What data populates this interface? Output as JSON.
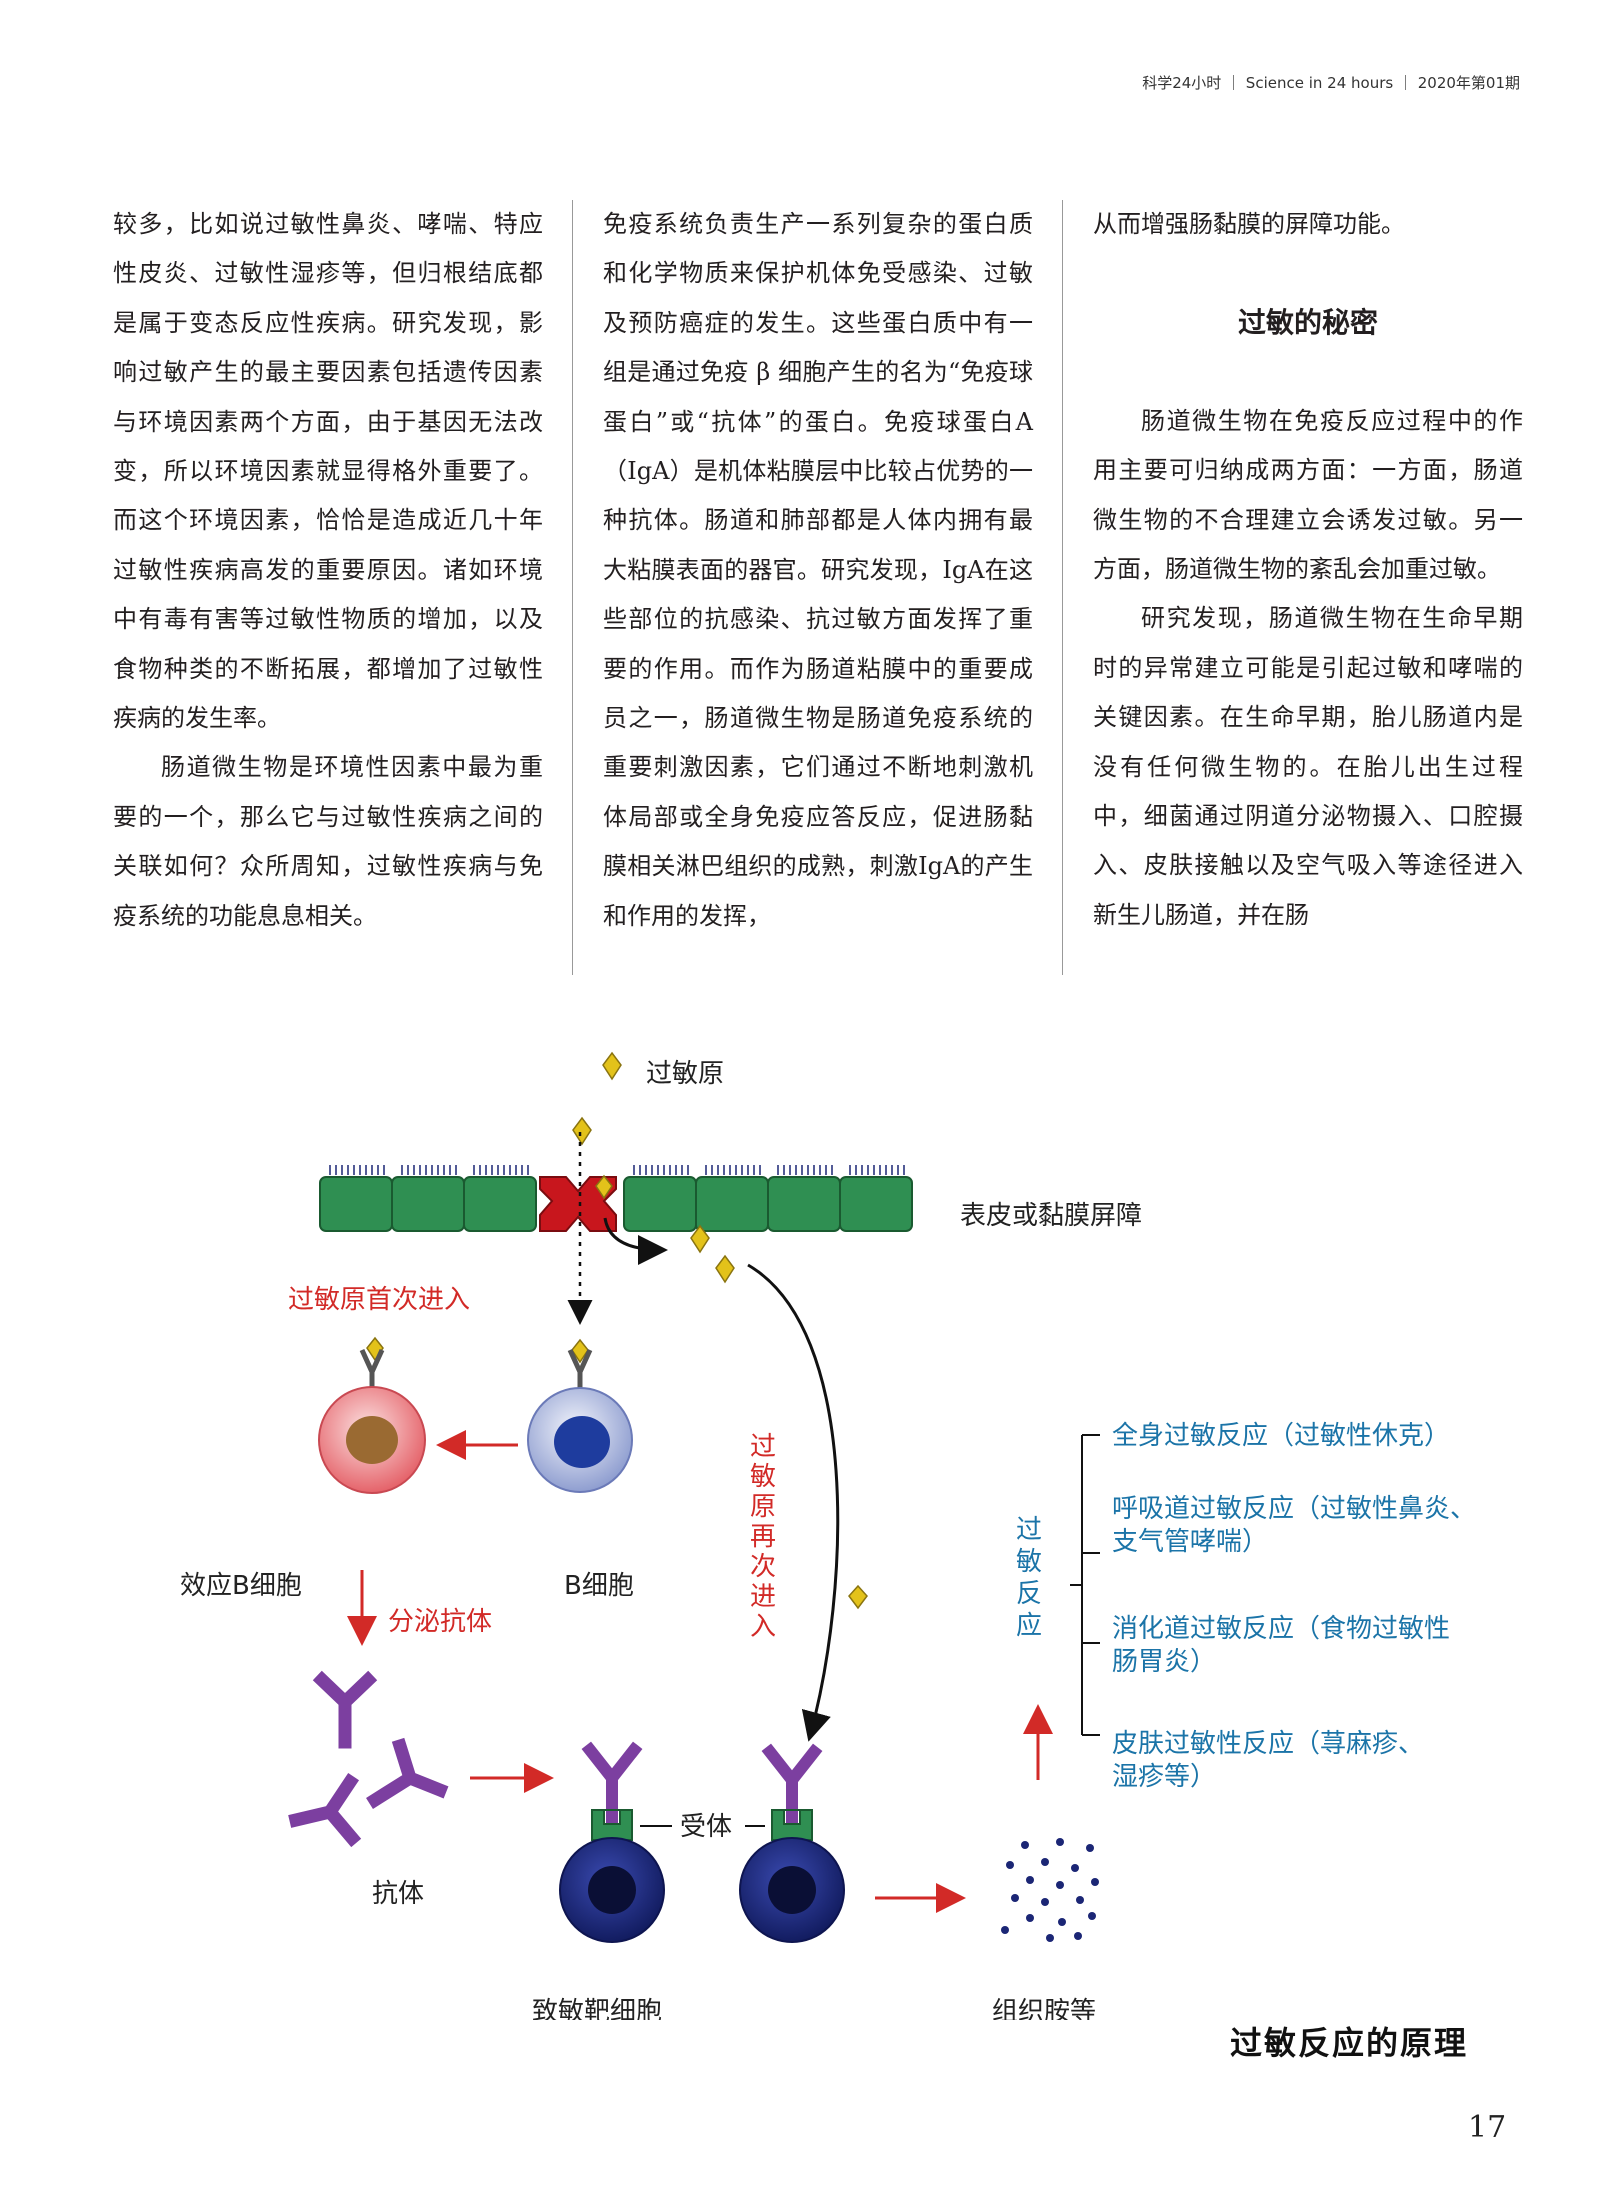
{
  "header": {
    "running": "科学24小时 ｜ Science in 24 hours ｜ 2020年第01期"
  },
  "columns": {
    "col1": [
      "较多，比如说过敏性鼻炎、哮喘、特应性皮炎、过敏性湿疹等，但归根结底都是属于变态反应性疾病。研究发现，影响过敏产生的最主要因素包括遗传因素与环境因素两个方面，由于基因无法改变，所以环境因素就显得格外重要了。而这个环境因素，恰恰是造成近几十年过敏性疾病高发的重要原因。诸如环境中有毒有害等过敏性物质的增加，以及食物种类的不断拓展，都增加了过敏性疾病的发生率。",
      "肠道微生物是环境性因素中最为重要的一个，那么它与过敏性疾病之间的关联如何？众所周知，过敏性疾病与免疫系统的功能息息相关。"
    ],
    "col2": [
      "免疫系统负责生产一系列复杂的蛋白质和化学物质来保护机体免受感染、过敏及预防癌症的发生。这些蛋白质中有一组是通过免疫 β 细胞产生的名为“免疫球蛋白”或“抗体”的蛋白。免疫球蛋白A（IgA）是机体粘膜层中比较占优势的一种抗体。肠道和肺部都是人体内拥有最大粘膜表面的器官。研究发现，IgA在这些部位的抗感染、抗过敏方面发挥了重要的作用。而作为肠道粘膜中的重要成员之一，肠道微生物是肠道免疫系统的重要刺激因素，它们通过不断地刺激机体局部或全身免疫应答反应，促进肠黏膜相关淋巴组织的成熟，刺激IgA的产生和作用的发挥，"
    ],
    "col3_top": "从而增强肠黏膜的屏障功能。",
    "col3_title": "过敏的秘密",
    "col3": [
      "肠道微生物在免疫反应过程中的作用主要可归纳成两方面：一方面，肠道微生物的不合理建立会诱发过敏。另一方面，肠道微生物的紊乱会加重过敏。",
      "研究发现，肠道微生物在生命早期时的异常建立可能是引起过敏和哮喘的关键因素。在生命早期，胎儿肠道内是没有任何微生物的。在胎儿出生过程中，细菌通过阴道分泌物摄入、口腔摄入、皮肤接触以及空气吸入等途径进入新生儿肠道，并在肠"
    ]
  },
  "diagram": {
    "allergen": "过敏原",
    "barrier": "表皮或黏膜屏障",
    "first_entry": "过敏原首次进入",
    "b_cell": "B细胞",
    "effector_b": "效应B细胞",
    "secrete": "分泌抗体",
    "reentry": [
      "过",
      "敏",
      "原",
      "再",
      "次",
      "进",
      "入"
    ],
    "antibody": "抗体",
    "receptor": "受体",
    "target_cell": "致敏靶细胞",
    "histamine": "组织胺等",
    "reaction": [
      "过",
      "敏",
      "反",
      "应"
    ],
    "outcomes": [
      [
        "全身过敏反应（过敏性休克）"
      ],
      [
        "呼吸道过敏反应（过敏性鼻炎、",
        "支气管哮喘）"
      ],
      [
        "消化道过敏反应（食物过敏性",
        "肠胃炎）"
      ],
      [
        "皮肤过敏性反应（荨麻疹、",
        "湿疹等）"
      ]
    ],
    "colors": {
      "red": "#d22a27",
      "blue": "#1b74a8",
      "green": "#2f8f52",
      "purple": "#7c3fa0",
      "navy": "#1b2675",
      "yellow": "#e3c21a"
    }
  },
  "caption": "过敏反应的原理",
  "page_number": "17"
}
